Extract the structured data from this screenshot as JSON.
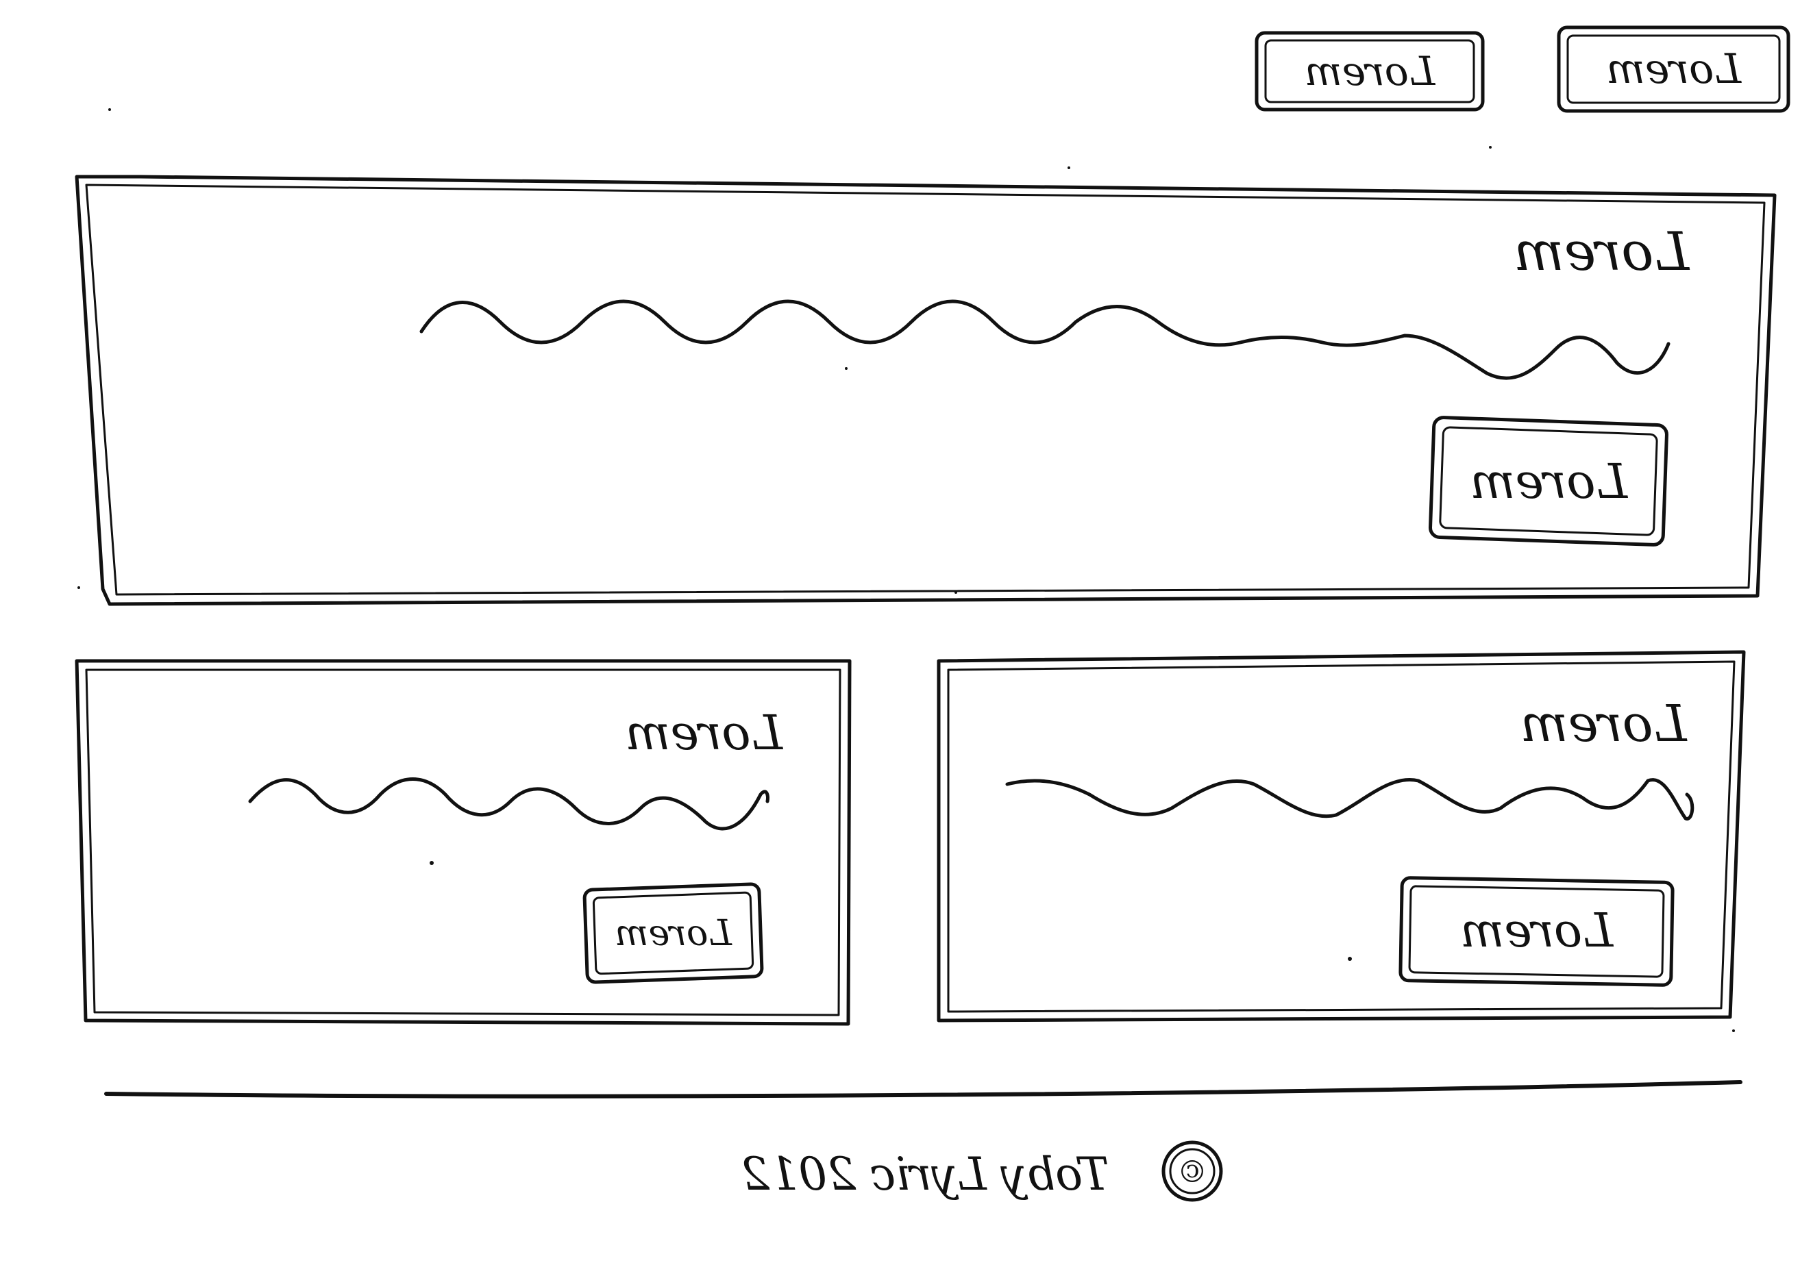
{
  "sketch": {
    "mirrored": true,
    "ink_color": "#111111",
    "paper_color": "#ffffff"
  },
  "header": {
    "nav_buttons": [
      {
        "label": "Lorem"
      },
      {
        "label": "Lorem"
      }
    ]
  },
  "hero": {
    "heading": "Lorem",
    "body_placeholder": "squiggle-line",
    "button_label": "Lorem"
  },
  "cards": [
    {
      "heading": "Lorem",
      "body_placeholder": "squiggle-line",
      "button_label": "Lorem"
    },
    {
      "heading": "Lorem",
      "body_placeholder": "squiggle-line",
      "button_label": "Lorem"
    }
  ],
  "footer": {
    "copyright_symbol": "©",
    "credit": "Toby Lyric 2012"
  }
}
